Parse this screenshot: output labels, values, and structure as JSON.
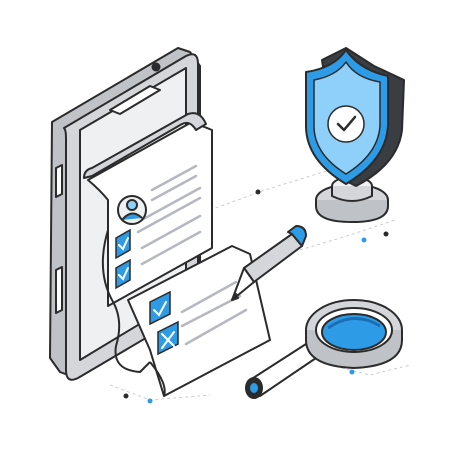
{
  "illustration": {
    "subject": "mobile-verified-document",
    "colors": {
      "accent": "#2E9BE6",
      "accent_light": "#8FD0FA",
      "accent_dark": "#1D6FB5",
      "outline": "#2B2B2B",
      "panel_gray": "#D4D6DA",
      "panel_light": "#EEF0F2",
      "white": "#FFFFFF",
      "dark_shield": "#3A3D42"
    },
    "document_checks": [
      {
        "state": "checked",
        "icon": "check-icon"
      },
      {
        "state": "checked",
        "icon": "check-icon"
      },
      {
        "state": "checked",
        "icon": "check-icon"
      },
      {
        "state": "rejected",
        "icon": "cross-icon"
      }
    ],
    "objects": [
      "smartphone",
      "scroll-document",
      "user-avatar",
      "pen",
      "security-shield",
      "magnifying-glass"
    ]
  }
}
